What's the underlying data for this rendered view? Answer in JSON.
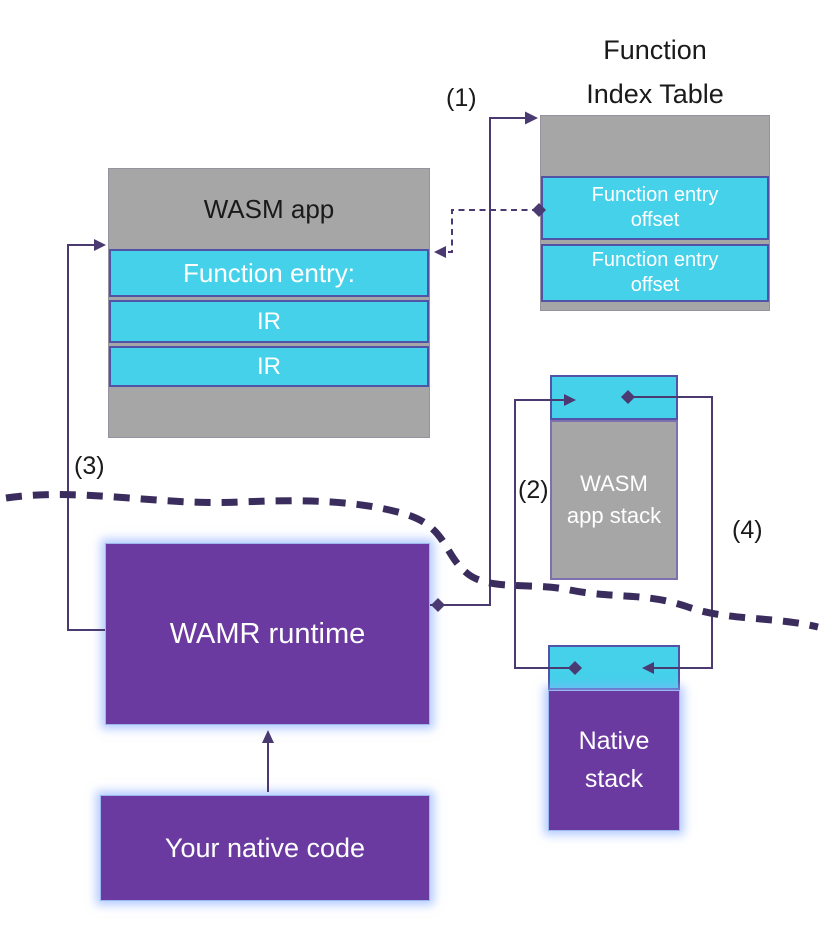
{
  "function_index_table": {
    "title_lines": [
      "Function",
      "Index Table"
    ],
    "rows": [
      "Function entry offset",
      "Function entry offset"
    ]
  },
  "wasm_app": {
    "title": "WASM app",
    "rows": [
      "Function entry:",
      "IR",
      "IR"
    ]
  },
  "wasm_app_stack": {
    "lines": [
      "WASM",
      "app stack"
    ]
  },
  "native_stack": {
    "lines": [
      "Native",
      "stack"
    ]
  },
  "wamr_runtime": {
    "label": "WAMR runtime"
  },
  "your_native_code": {
    "label": "Your native code"
  },
  "steps": {
    "s1": "(1)",
    "s2": "(2)",
    "s3": "(3)",
    "s4": "(4)"
  },
  "colors": {
    "gray_box": "#a6a6a6",
    "cyan_row": "#45d1ea",
    "purple_box": "#6b3aa0",
    "connector": "#4a3a71",
    "divider_dash": "#3a2d5e",
    "row_border": "#5153a6",
    "text_light": "#ffffff",
    "text_dark": "#1a1a1a"
  }
}
